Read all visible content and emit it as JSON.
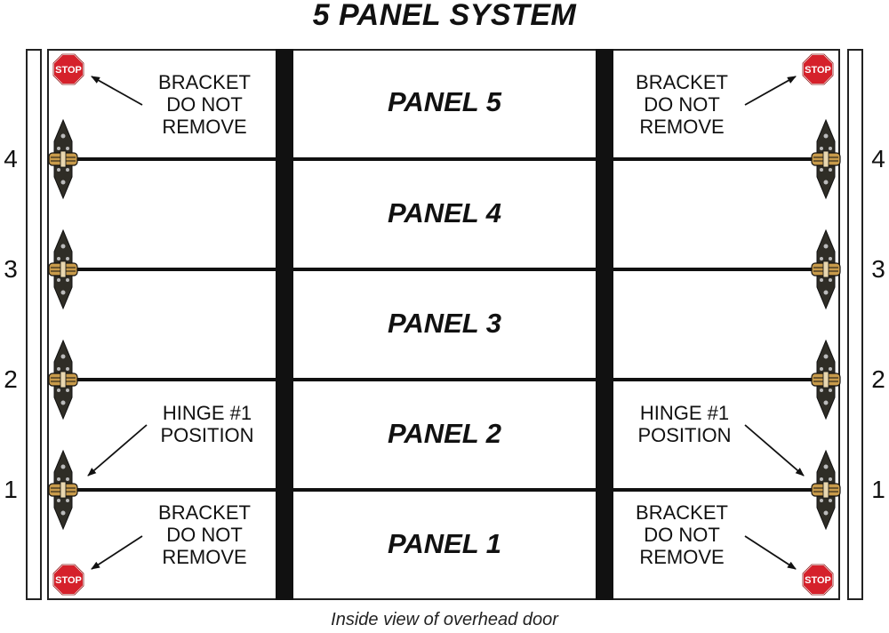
{
  "title": "5 PANEL SYSTEM",
  "caption": "Inside view of overhead door",
  "panels": [
    "PANEL 5",
    "PANEL 4",
    "PANEL 3",
    "PANEL 2",
    "PANEL 1"
  ],
  "hinge_numbers": [
    "4",
    "3",
    "2",
    "1"
  ],
  "notes": {
    "bracket_line1": "BRACKET",
    "bracket_line2": "DO NOT",
    "bracket_line3": "REMOVE",
    "hinge_line1": "HINGE #1",
    "hinge_line2": "POSITION"
  },
  "stop_sign_text": "STOP",
  "colors": {
    "stop": "#d5212b",
    "hinge": "#2f2d26",
    "hinge_band": "#c89b4b",
    "line": "#111111"
  }
}
